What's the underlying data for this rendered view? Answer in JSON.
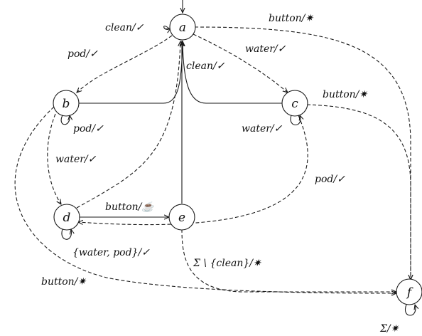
{
  "diagram": {
    "states": {
      "a": "a",
      "b": "b",
      "c": "c",
      "d": "d",
      "e": "e",
      "f": "f"
    },
    "transitions": {
      "a_self": "clean/✓",
      "a_to_b": "pod/✓",
      "a_to_c": "water/✓",
      "c_to_a": "clean/✓",
      "a_to_f": "button/✷",
      "b_self": "pod/✓",
      "b_to_d": "water/✓",
      "c_self": "water/✓",
      "c_to_f": "button/✷",
      "c_to_d": "pod/✓",
      "d_to_e": "button/☕",
      "d_self": "{water, pod}/✓",
      "e_to_f": "Σ \\ {clean}/✷",
      "b_to_f": "button/✷",
      "f_self": "Σ/✷"
    }
  }
}
